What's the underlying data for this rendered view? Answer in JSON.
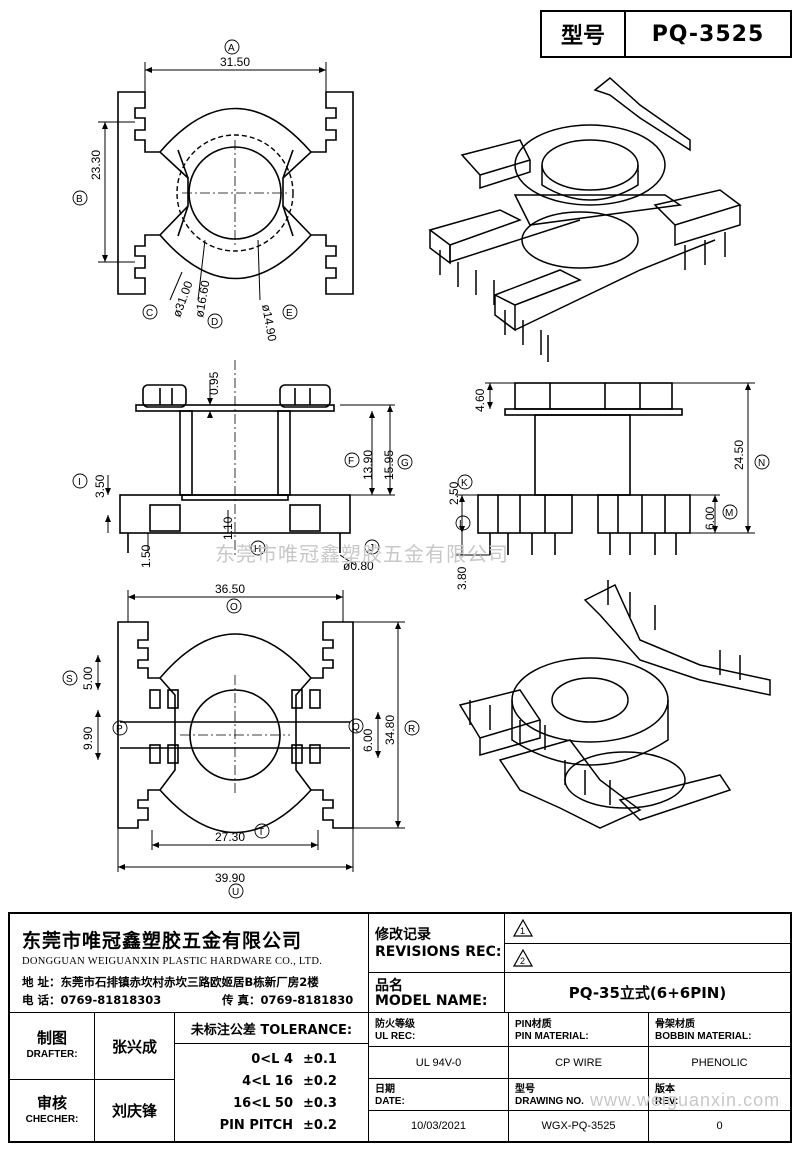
{
  "header": {
    "label": "型号",
    "value": "PQ-3525"
  },
  "watermarks": {
    "center": "东莞市唯冠鑫塑胶五金有限公司",
    "url": "www.weiguanxin.com"
  },
  "drawing": {
    "top_view": {
      "dims": {
        "width": "31.50",
        "height": "23.30",
        "d1": "ø31.00",
        "d2": "ø16.60",
        "d3": "ø14.90"
      },
      "labels": [
        "A",
        "B",
        "C",
        "D",
        "E"
      ]
    },
    "side_view_left": {
      "dims": {
        "flange": "0.95",
        "a": "3.50",
        "b": "13.90",
        "c": "15.95",
        "pin_len": "1.50",
        "pin_off": "1.10",
        "pin_dia": "ø0.80"
      },
      "labels": [
        "F",
        "G",
        "H",
        "I",
        "J"
      ]
    },
    "side_view_right": {
      "dims": {
        "top": "4.60",
        "total": "24.50",
        "k": "2.50",
        "m": "6.00",
        "l": "3.80"
      },
      "labels": [
        "K",
        "L",
        "M",
        "N"
      ]
    },
    "bottom_view": {
      "dims": {
        "top_width": "36.50",
        "s": "5.00",
        "p": "9.90",
        "center": "6.00",
        "height": "34.80",
        "t": "27.30",
        "u": "39.90"
      },
      "labels": [
        "O",
        "P",
        "Q",
        "R",
        "S",
        "T",
        "U"
      ]
    }
  },
  "title_block": {
    "company_cn": "东莞市唯冠鑫塑胶五金有限公司",
    "company_en": "DONGGUAN WEIGUANXIN PLASTIC HARDWARE CO., LTD.",
    "address_label": "地  址：",
    "address": "东莞市石排镇赤坎村赤坎三路欧姬居B栋新厂房2楼",
    "phone_label": "电  话：",
    "phone": "0769-81818303",
    "fax_label": "传  真：",
    "fax": "0769-8181830",
    "revisions_cn": "修改记录",
    "revisions_en": "REVISIONS REC:",
    "rev_marks": [
      "1",
      "2"
    ],
    "model_name_cn": "品名",
    "model_name_en": "MODEL NAME:",
    "model_name": "PQ-35立式(6+6PIN)",
    "drafter_cn": "制图",
    "drafter_en": "DRAFTER:",
    "drafter": "张兴成",
    "checker_cn": "审核",
    "checker_en": "CHECHER:",
    "checker": "刘庆锋",
    "tolerance_title": "未标注公差 TOLERANCE:",
    "tolerances": [
      {
        "range": "0<L   4",
        "value": "±0.1"
      },
      {
        "range": "4<L  16",
        "value": "±0.2"
      },
      {
        "range": "16<L  50",
        "value": "±0.3"
      },
      {
        "range": "PIN PITCH",
        "value": "±0.2"
      }
    ],
    "ul_cn": "防火等级",
    "ul_en": "UL REC:",
    "ul": "UL 94V-0",
    "pin_mat_cn": "PIN材质",
    "pin_mat_en": "PIN MATERIAL:",
    "pin_mat": "CP WIRE",
    "bobbin_mat_cn": "骨架材质",
    "bobbin_mat_en": "BOBBIN MATERIAL:",
    "bobbin_mat": "PHENOLIC",
    "date_cn": "日期",
    "date_en": "DATE:",
    "date": "10/03/2021",
    "drawing_no_cn": "型号",
    "drawing_no_en": "DRAWING NO.",
    "drawing_no": "WGX-PQ-3525",
    "rev_cn": "版本",
    "rev_en": "REV:",
    "rev": "0"
  }
}
